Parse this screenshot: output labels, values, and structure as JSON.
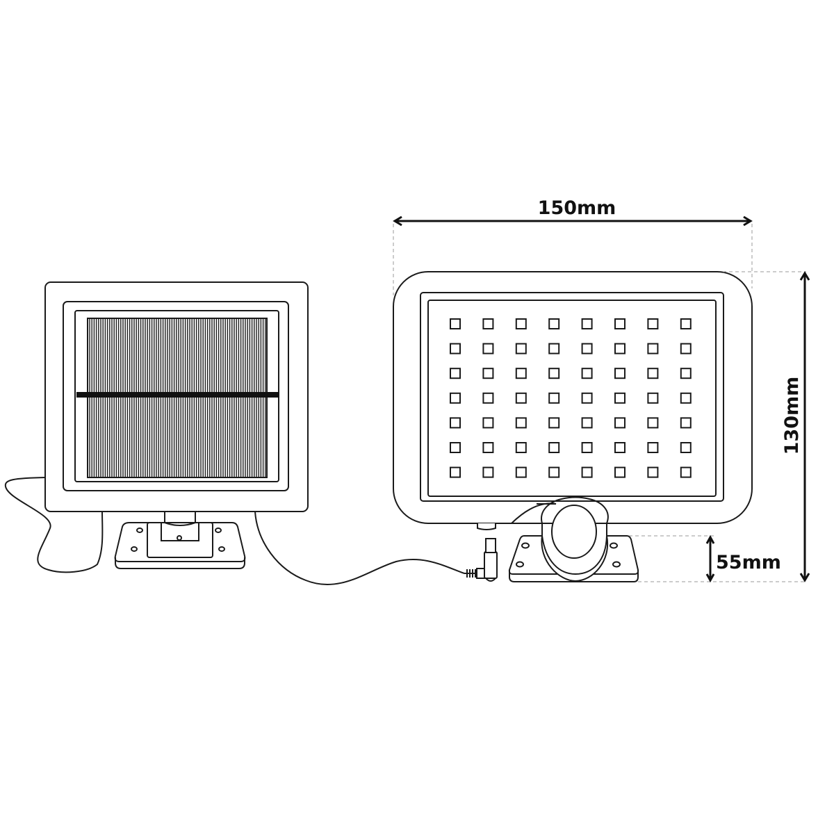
{
  "diagram": {
    "type": "product dimension drawing",
    "components": [
      {
        "name": "solar-panel",
        "description": "Solar panel with striped photovoltaic cells and mounting bracket"
      },
      {
        "name": "led-light",
        "description": "LED floodlight with 8x7 grid of LEDs, motion sensor and mounting bracket"
      }
    ],
    "cable": {
      "connects": [
        "solar-panel",
        "led-light"
      ],
      "connector": "right-angle DC plug"
    },
    "led_grid": {
      "columns": 8,
      "rows": 7
    },
    "colors": {
      "line": "#1a1a1a",
      "dashed": "#999999",
      "background": "#ffffff"
    }
  },
  "dimensions": {
    "width": {
      "label": "150mm"
    },
    "height": {
      "label": "130mm"
    },
    "bracket_height": {
      "label": "55mm"
    }
  }
}
